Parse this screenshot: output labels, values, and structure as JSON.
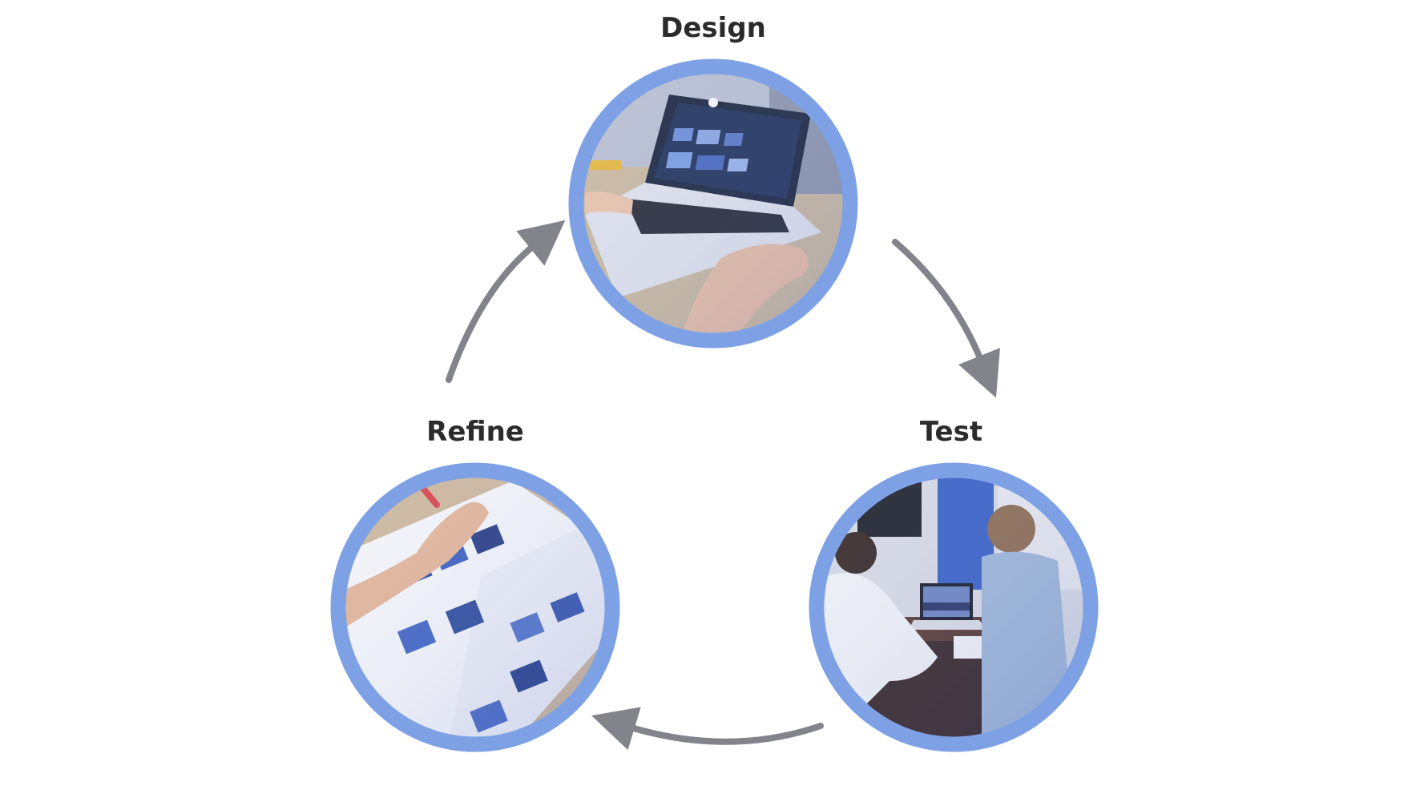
{
  "diagram": {
    "stages": [
      {
        "key": "design",
        "label": "Design",
        "photo": "person typing on a laptop showing a design app"
      },
      {
        "key": "test",
        "label": "Test",
        "photo": "two people reviewing a website on a laptop at a desk"
      },
      {
        "key": "refine",
        "label": "Refine",
        "photo": "hand marking up printed page layouts with a pen"
      }
    ],
    "colors": {
      "ring": "#7ea1e6",
      "arrow": "#82838b",
      "label": "#2b2b2b",
      "photo_tint": "#3a55b4"
    }
  }
}
